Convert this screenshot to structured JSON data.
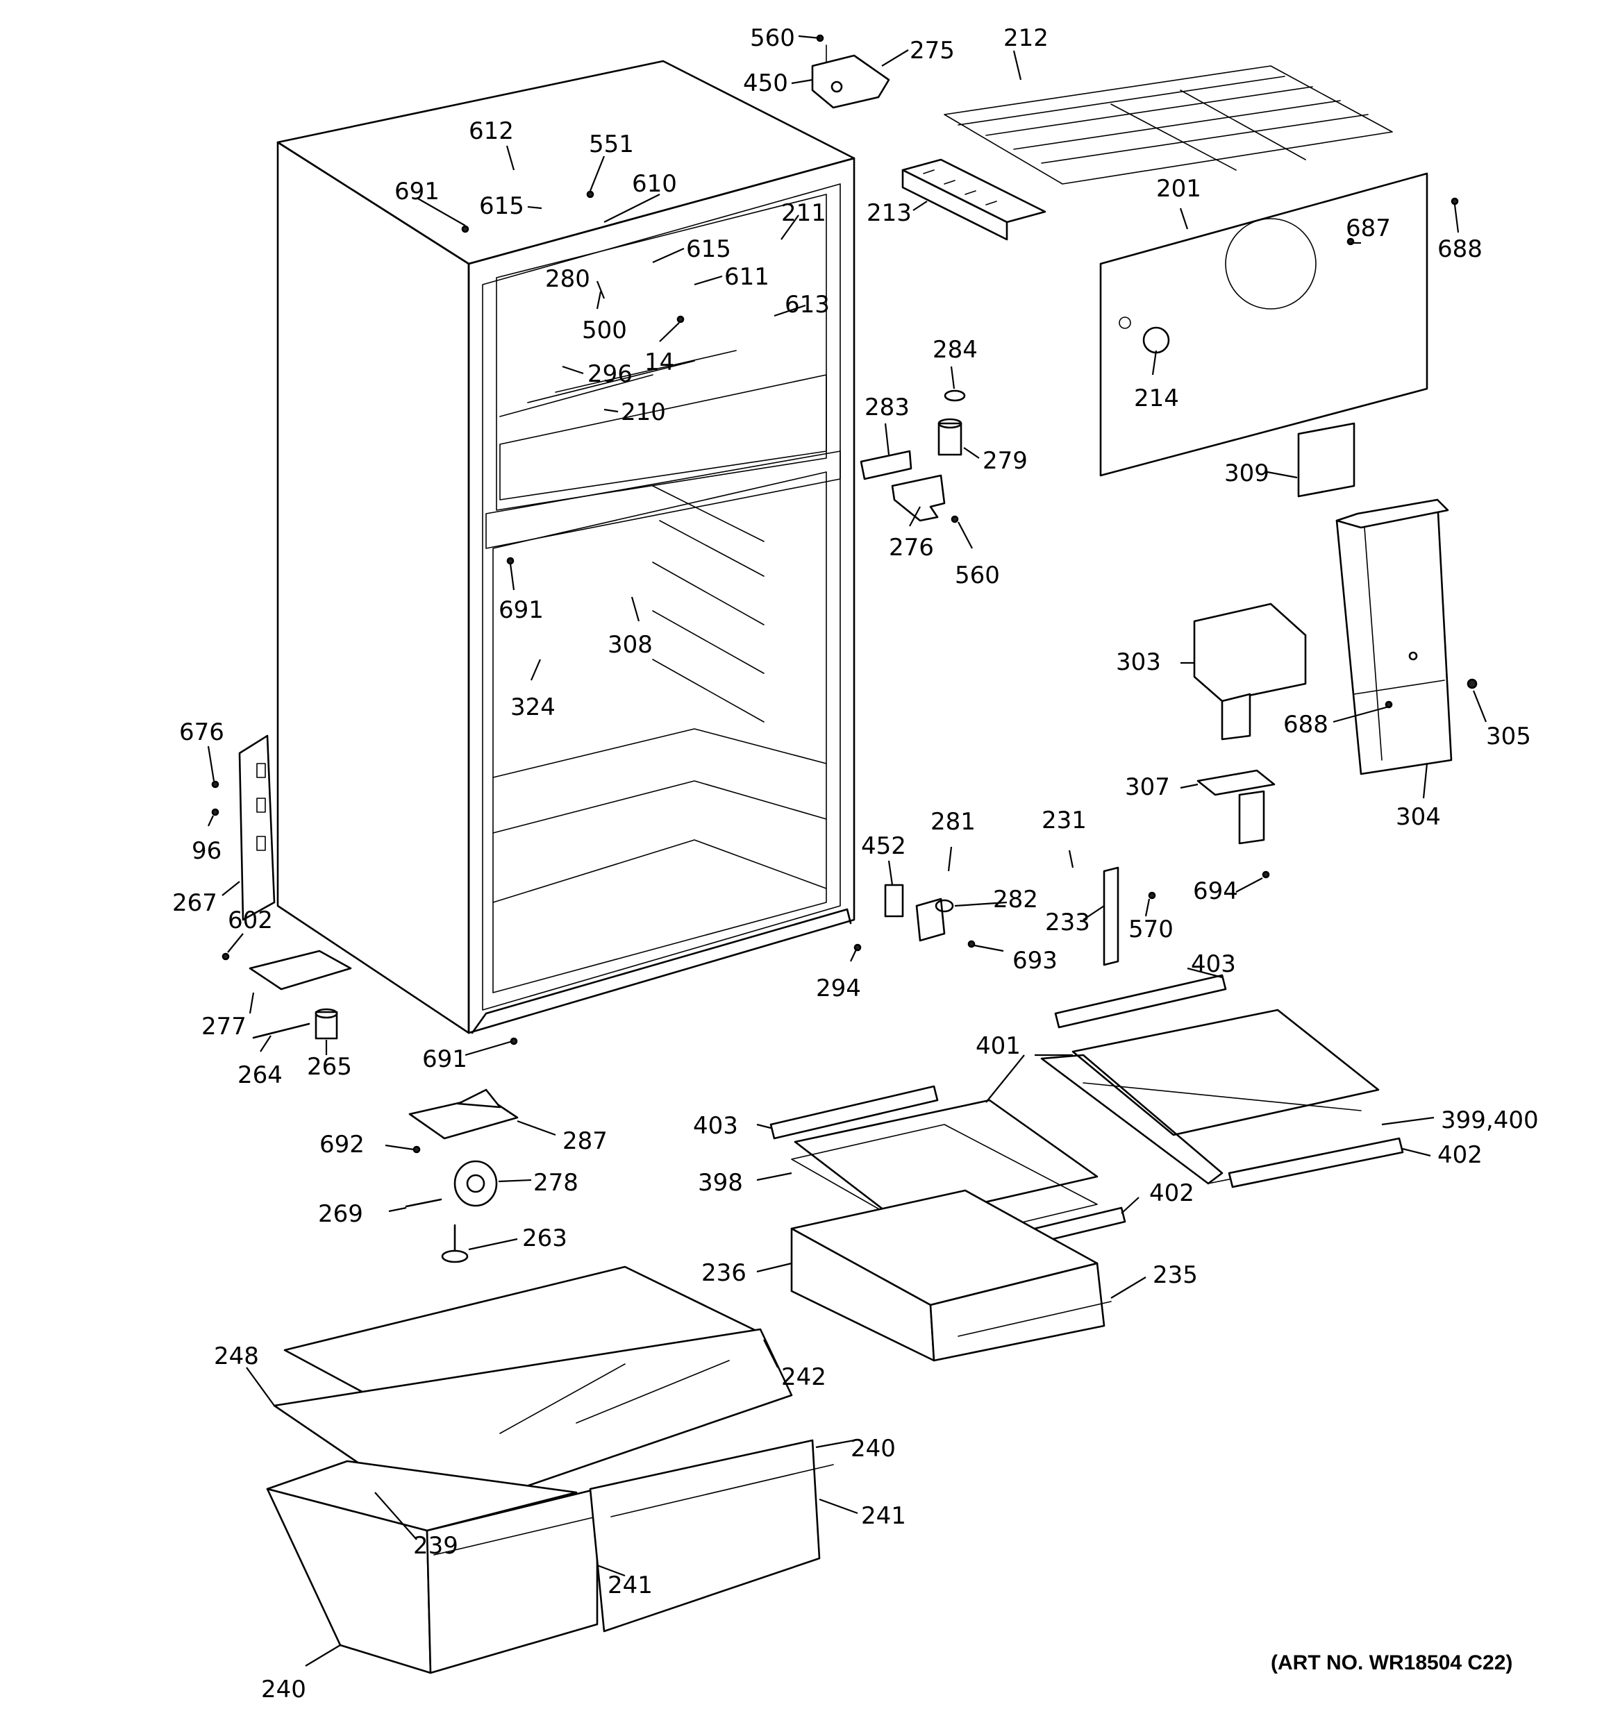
{
  "diagram": {
    "art_number": "(ART NO. WR18504 C22)",
    "callouts": [
      {
        "id": "c560a",
        "text": "560"
      },
      {
        "id": "c275",
        "text": "275"
      },
      {
        "id": "c212",
        "text": "212"
      },
      {
        "id": "c450",
        "text": "450"
      },
      {
        "id": "c612",
        "text": "612"
      },
      {
        "id": "c551",
        "text": "551"
      },
      {
        "id": "c691a",
        "text": "691"
      },
      {
        "id": "c615a",
        "text": "615"
      },
      {
        "id": "c610",
        "text": "610"
      },
      {
        "id": "c211",
        "text": "211"
      },
      {
        "id": "c615b",
        "text": "615"
      },
      {
        "id": "c280",
        "text": "280"
      },
      {
        "id": "c611",
        "text": "611"
      },
      {
        "id": "c500",
        "text": "500"
      },
      {
        "id": "c613",
        "text": "613"
      },
      {
        "id": "c14",
        "text": "14"
      },
      {
        "id": "c296",
        "text": "296"
      },
      {
        "id": "c210",
        "text": "210"
      },
      {
        "id": "c213",
        "text": "213"
      },
      {
        "id": "c201",
        "text": "201"
      },
      {
        "id": "c687",
        "text": "687"
      },
      {
        "id": "c688a",
        "text": "688"
      },
      {
        "id": "c284",
        "text": "284"
      },
      {
        "id": "c214",
        "text": "214"
      },
      {
        "id": "c283",
        "text": "283"
      },
      {
        "id": "c279",
        "text": "279"
      },
      {
        "id": "c309",
        "text": "309"
      },
      {
        "id": "c276",
        "text": "276"
      },
      {
        "id": "c560b",
        "text": "560"
      },
      {
        "id": "c691b",
        "text": "691"
      },
      {
        "id": "c308",
        "text": "308"
      },
      {
        "id": "c324",
        "text": "324"
      },
      {
        "id": "c303",
        "text": "303"
      },
      {
        "id": "c688b",
        "text": "688"
      },
      {
        "id": "c305",
        "text": "305"
      },
      {
        "id": "c307",
        "text": "307"
      },
      {
        "id": "c304",
        "text": "304"
      },
      {
        "id": "c676",
        "text": "676"
      },
      {
        "id": "c96",
        "text": "96"
      },
      {
        "id": "c267",
        "text": "267"
      },
      {
        "id": "c602",
        "text": "602"
      },
      {
        "id": "c452",
        "text": "452"
      },
      {
        "id": "c281",
        "text": "281"
      },
      {
        "id": "c231",
        "text": "231"
      },
      {
        "id": "c282",
        "text": "282"
      },
      {
        "id": "c233",
        "text": "233"
      },
      {
        "id": "c570",
        "text": "570"
      },
      {
        "id": "c694",
        "text": "694"
      },
      {
        "id": "c693",
        "text": "693"
      },
      {
        "id": "c294",
        "text": "294"
      },
      {
        "id": "c403a",
        "text": "403"
      },
      {
        "id": "c277",
        "text": "277"
      },
      {
        "id": "c264",
        "text": "264"
      },
      {
        "id": "c265",
        "text": "265"
      },
      {
        "id": "c691c",
        "text": "691"
      },
      {
        "id": "c401",
        "text": "401"
      },
      {
        "id": "c403b",
        "text": "403"
      },
      {
        "id": "c399",
        "text": "399,400"
      },
      {
        "id": "c692",
        "text": "692"
      },
      {
        "id": "c287",
        "text": "287"
      },
      {
        "id": "c402a",
        "text": "402"
      },
      {
        "id": "c398",
        "text": "398"
      },
      {
        "id": "c278",
        "text": "278"
      },
      {
        "id": "c269",
        "text": "269"
      },
      {
        "id": "c402b",
        "text": "402"
      },
      {
        "id": "c263",
        "text": "263"
      },
      {
        "id": "c236",
        "text": "236"
      },
      {
        "id": "c235",
        "text": "235"
      },
      {
        "id": "c248",
        "text": "248"
      },
      {
        "id": "c242",
        "text": "242"
      },
      {
        "id": "c240a",
        "text": "240"
      },
      {
        "id": "c241a",
        "text": "241"
      },
      {
        "id": "c239",
        "text": "239"
      },
      {
        "id": "c241b",
        "text": "241"
      },
      {
        "id": "c240b",
        "text": "240"
      }
    ]
  }
}
